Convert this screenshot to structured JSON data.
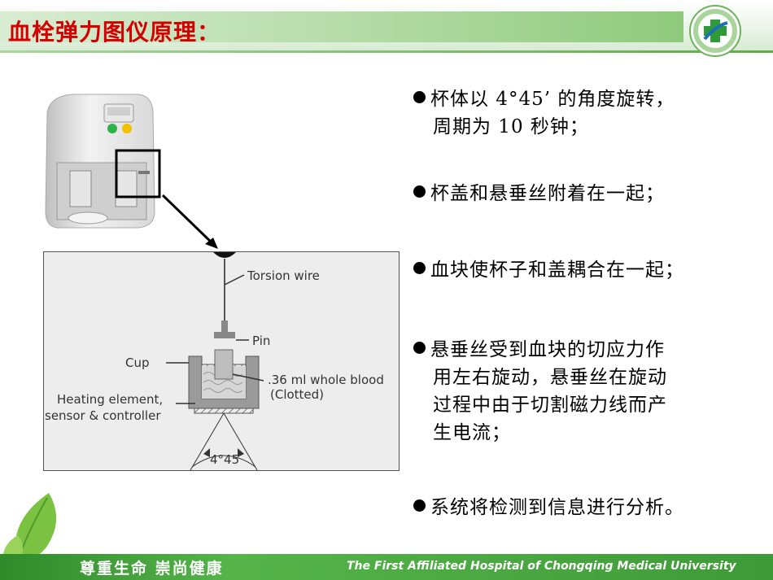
{
  "header": {
    "title": "血栓弹力图仪原理："
  },
  "diagram": {
    "torsion_wire": "Torsion wire",
    "pin": "Pin",
    "cup": "Cup",
    "blood_line1": ".36 ml whole blood",
    "blood_line2": "(Clotted)",
    "heating_line1": "Heating element,",
    "heating_line2": "sensor & controller",
    "angle": "4°45"
  },
  "bullets": [
    {
      "line1": "杯体以 4°45’ 的角度旋转，",
      "line2": "周期为 10 秒钟；"
    },
    {
      "line1": "杯盖和悬垂丝附着在一起；"
    },
    {
      "line1": "血块使杯子和盖耦合在一起；"
    },
    {
      "line1": "悬垂丝受到血块的切应力作",
      "line2": "用左右旋动，悬垂丝在旋动",
      "line3": "过程中由于切割磁力线而产",
      "line4": "生电流；"
    },
    {
      "line1": "系统将检测到信息进行分析。"
    }
  ],
  "footer": {
    "slogan": "尊重生命  崇尚健康",
    "hospital": "The First Affiliated Hospital of Chongqing Medical University"
  },
  "colors": {
    "title": "#d40000",
    "header_green": "#8fca7c",
    "footer_green": "#3e9a37"
  }
}
